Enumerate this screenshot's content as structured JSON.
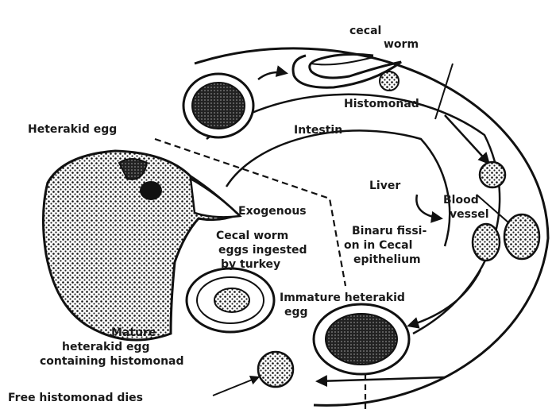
{
  "diagram": {
    "labels": {
      "cecal_worm_1": "cecal",
      "cecal_worm_2": "worm",
      "histomonad": "Histomonad",
      "heterakid_egg": "Heterakid egg",
      "intestin": "Intestin",
      "liver": "Liver",
      "blood_1": "Blood",
      "blood_2": "vessel",
      "exogenous": "Exogenous",
      "fission_1": "Binaru fissi-",
      "fission_2": "on in Cecal",
      "fission_3": "epithelium",
      "ingested_1": "Cecal worm",
      "ingested_2": "eggs ingested",
      "ingested_3": "by turkey",
      "immature_1": "Immature heterakid",
      "immature_2": "egg",
      "mature_1": "Mature",
      "mature_2": "heterakid egg",
      "mature_3": "containing histomonad",
      "free": "Free histomonad dies"
    },
    "colors": {
      "ink": "#111111",
      "background": "#ffffff"
    }
  }
}
